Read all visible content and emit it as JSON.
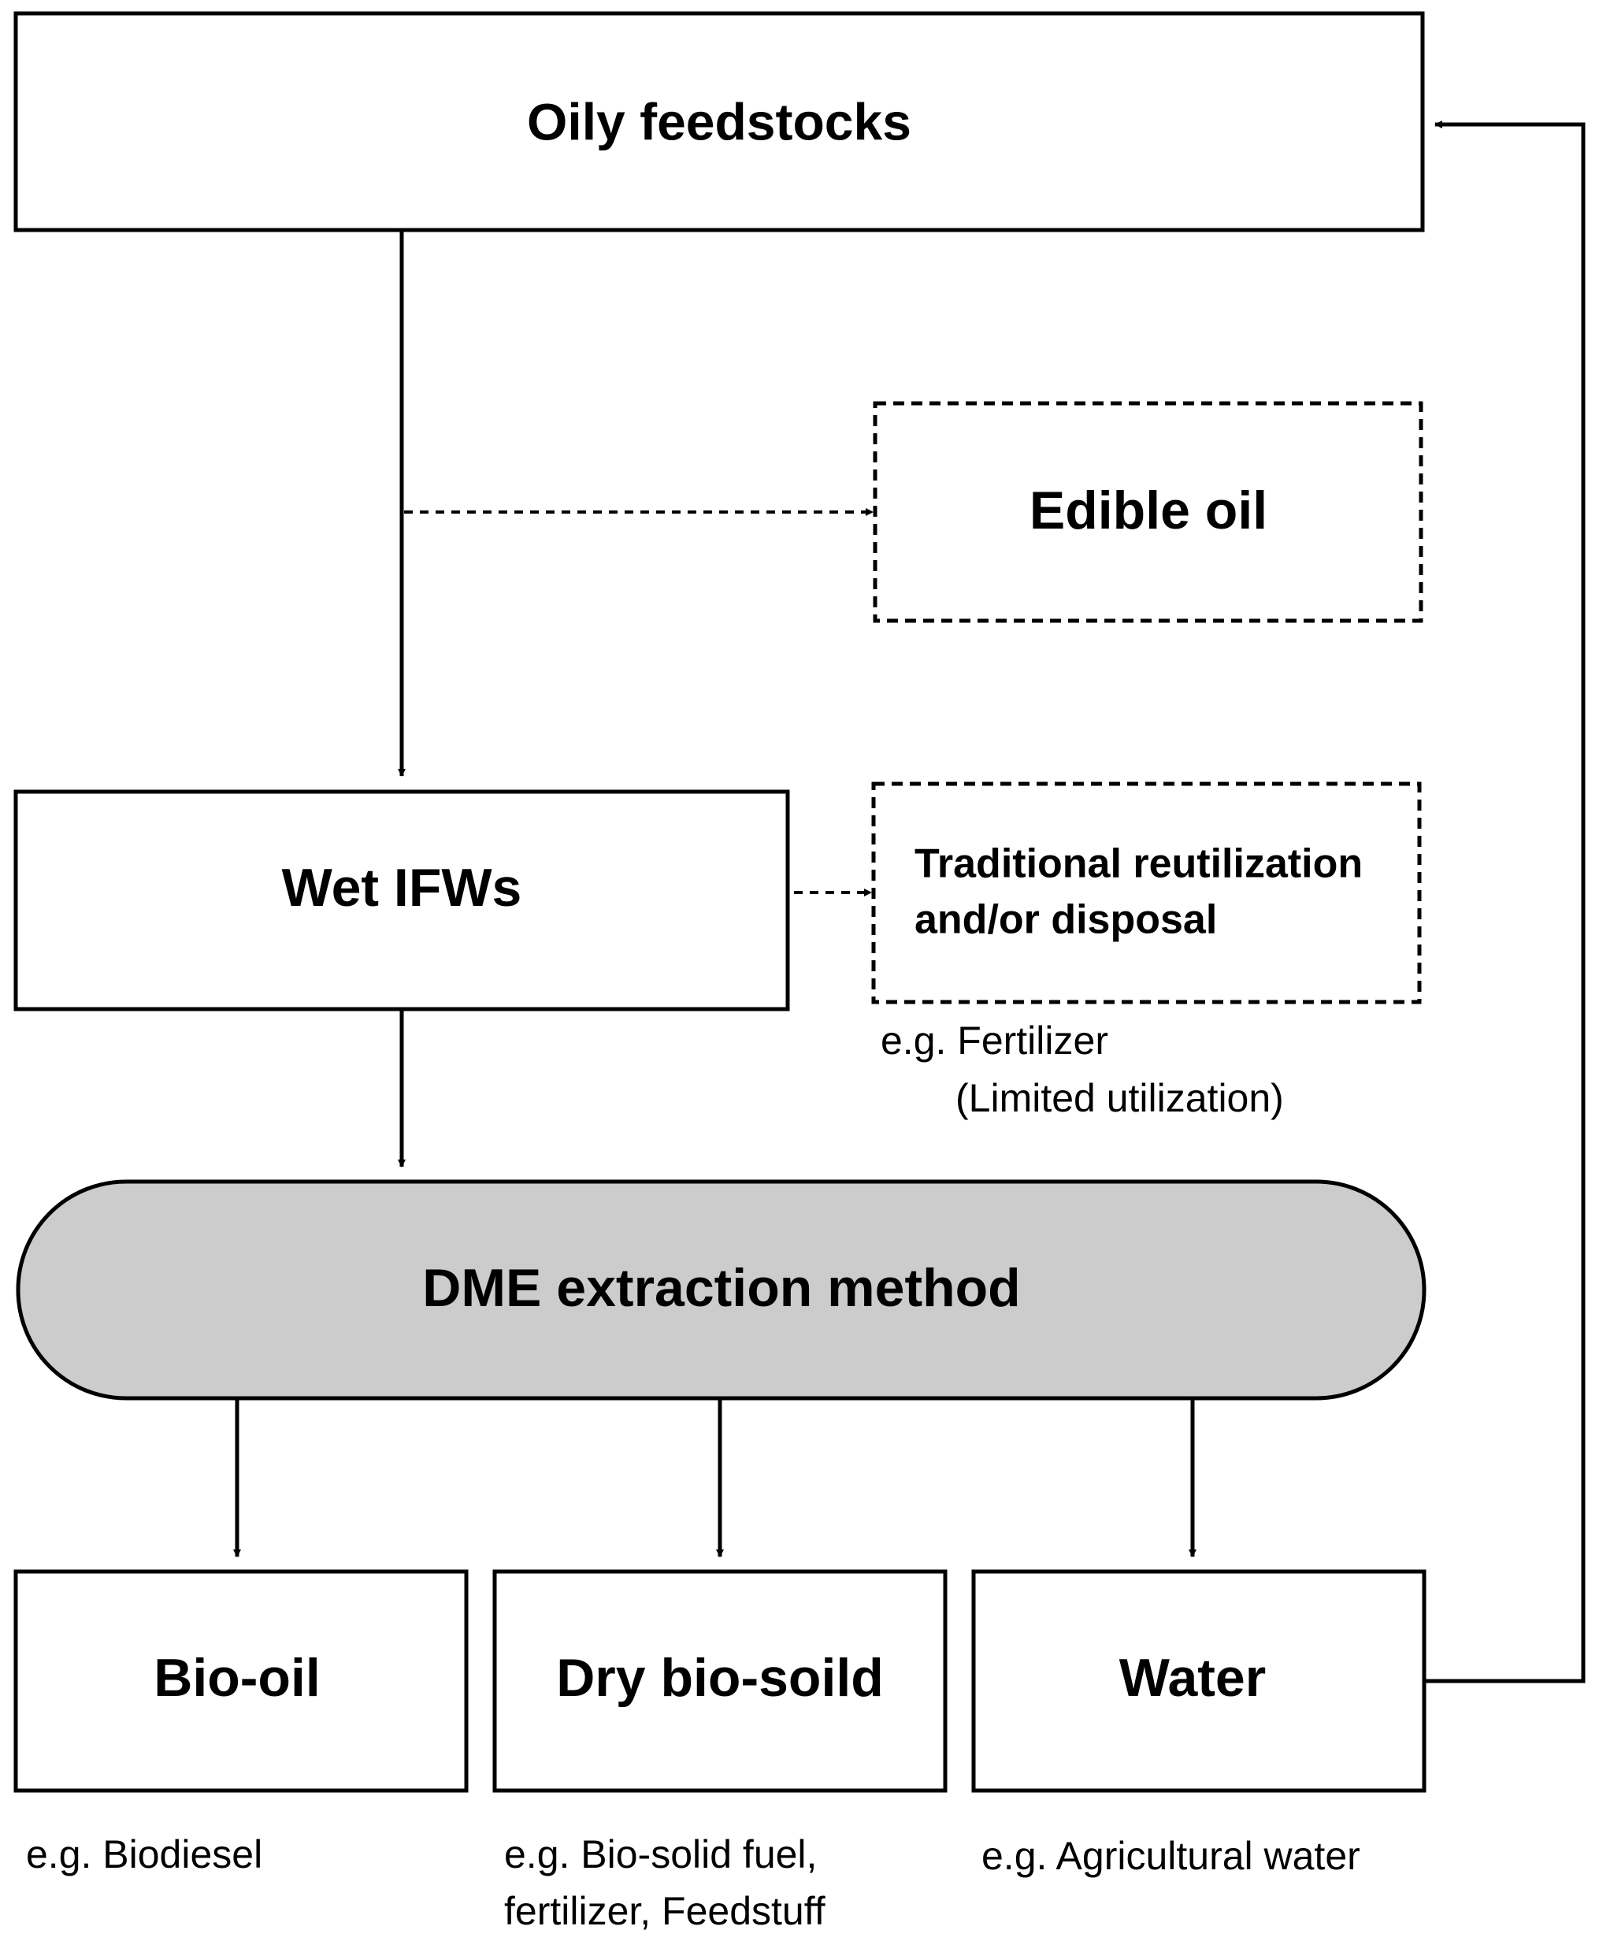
{
  "nodes": {
    "oily_feedstocks": "Oily feedstocks",
    "edible_oil": "Edible oil",
    "wet_ifws": "Wet IFWs",
    "traditional_line1": "Traditional reutilization",
    "traditional_line2": "and/or disposal",
    "dme_method": "DME extraction method",
    "bio_oil": "Bio-oil",
    "dry_bio_soild": "Dry bio-soild",
    "water": "Water"
  },
  "notes": {
    "traditional_line1": "e.g. Fertilizer",
    "traditional_line2": "(Limited utilization)",
    "bio_oil": "e.g. Biodiesel",
    "dry_bio_soild_line1": "e.g. Bio-solid fuel,",
    "dry_bio_soild_line2": "fertilizer, Feedstuff",
    "water": "e.g. Agricultural water"
  },
  "colors": {
    "stroke": "#000000",
    "process_fill": "#cccccc",
    "box_fill": "#ffffff"
  }
}
